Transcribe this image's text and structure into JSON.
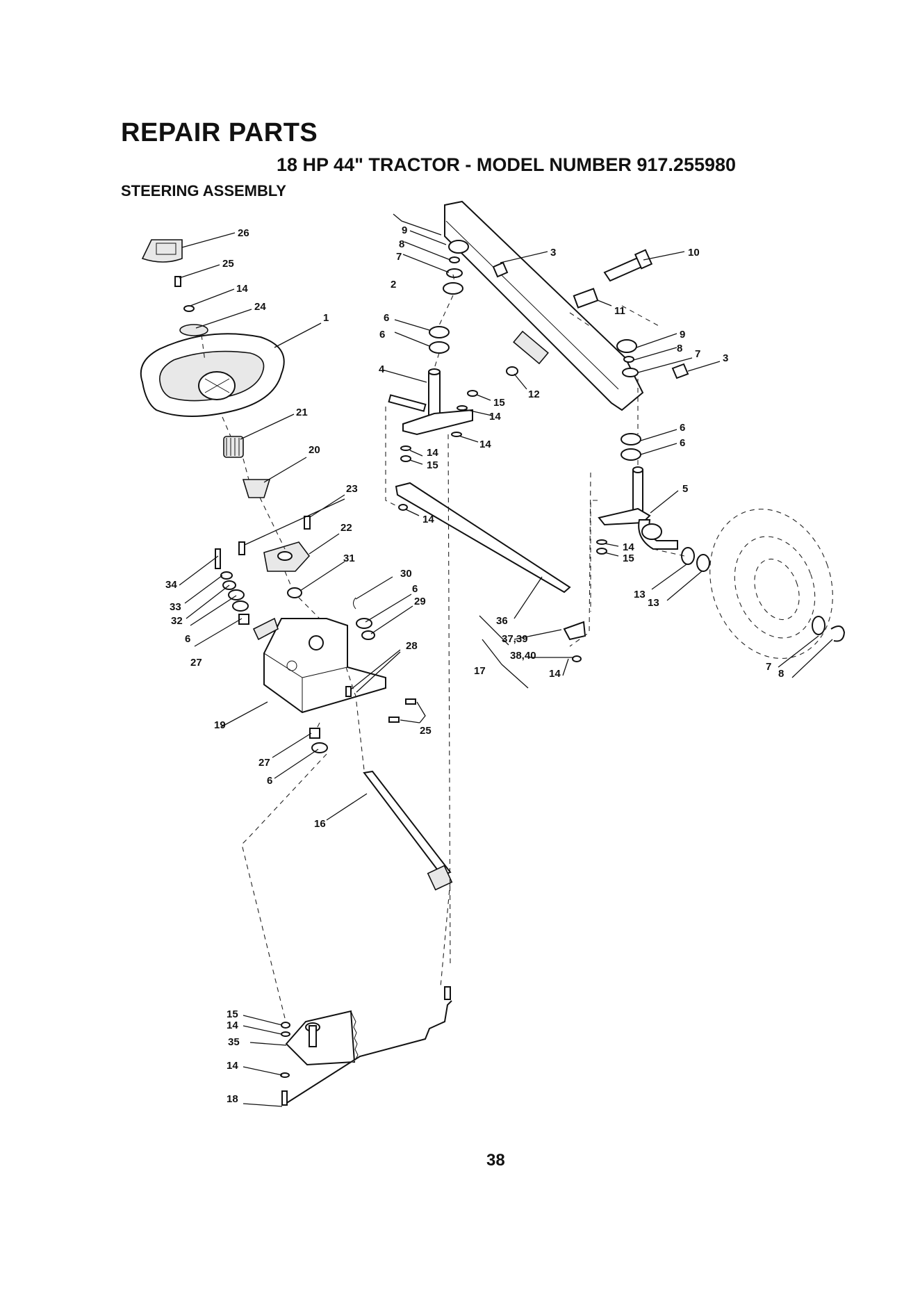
{
  "header": {
    "title": "REPAIR PARTS",
    "subtitle": "18 HP 44\" TRACTOR - MODEL NUMBER 917.255980",
    "section": "STEERING ASSEMBLY"
  },
  "page_number": "38",
  "callouts": {
    "c26": "26",
    "c25a": "25",
    "c14a": "14",
    "c24": "24",
    "c1": "1",
    "c21": "21",
    "c20": "20",
    "c23": "23",
    "c22": "22",
    "c31": "31",
    "c34": "34",
    "c33": "33",
    "c32": "32",
    "c6a": "6",
    "c27a": "27",
    "c30": "30",
    "c6b": "6",
    "c29": "29",
    "c28": "28",
    "c25b": "25",
    "c19": "19",
    "c27b": "27",
    "c6c": "6",
    "c16": "16",
    "c15a": "15",
    "c14b": "14",
    "c35": "35",
    "c14c": "14",
    "c18": "18",
    "c9a": "9",
    "c8a": "8",
    "c7a": "7",
    "c2": "2",
    "c6d": "6",
    "c6e": "6",
    "c4": "4",
    "c15b": "15",
    "c14d": "14",
    "c14e": "14",
    "c14f": "14",
    "c15c": "15",
    "c14g": "14",
    "c3a": "3",
    "c10": "10",
    "c11": "11",
    "c12": "12",
    "c9b": "9",
    "c8b": "8",
    "c7b": "7",
    "c3b": "3",
    "c6f": "6",
    "c6g": "6",
    "c5": "5",
    "c14h": "14",
    "c15d": "15",
    "c13a": "13",
    "c13b": "13",
    "c36": "36",
    "c3739": "37,39",
    "c3840": "38,40",
    "c17": "17",
    "c14i": "14",
    "c7c": "7",
    "c8c": "8"
  }
}
